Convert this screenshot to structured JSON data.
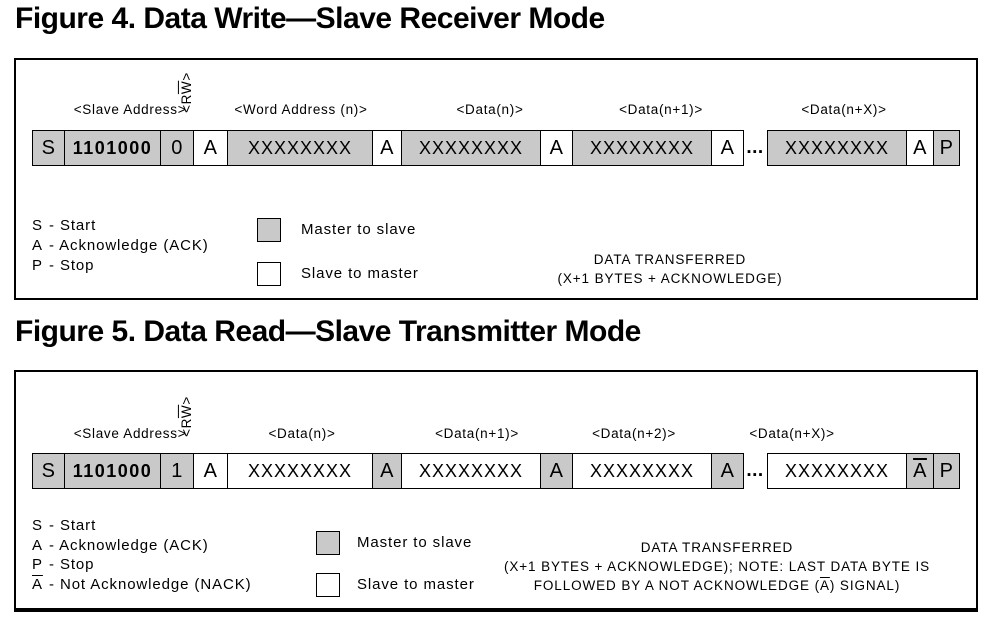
{
  "colors": {
    "master_fill": "#c9c9c9",
    "slave_fill": "#ffffff",
    "border": "#000000"
  },
  "figure4": {
    "title": "Figure 4. Data Write—Slave Receiver Mode",
    "labels": {
      "slave": "<Slave Address>",
      "word": "<Word Address (n)>",
      "data_n": "<Data(n)>",
      "data_n1": "<Data(n+1)>",
      "data_nx": "<Data(n+X)>"
    },
    "rw": {
      "pre": "<R",
      "w": "W",
      "post": ">"
    },
    "cells": [
      {
        "text": "S",
        "fill": "gray"
      },
      {
        "text": "1101000",
        "fill": "gray",
        "bold": true
      },
      {
        "text": "0",
        "fill": "gray"
      },
      {
        "text": "A",
        "fill": "white"
      },
      {
        "text": "XXXXXXXX",
        "fill": "gray"
      },
      {
        "text": "A",
        "fill": "white"
      },
      {
        "text": "XXXXXXXX",
        "fill": "gray"
      },
      {
        "text": "A",
        "fill": "white"
      },
      {
        "text": "XXXXXXXX",
        "fill": "gray"
      },
      {
        "text": "A",
        "fill": "white"
      },
      {
        "text": "...",
        "fill": "none"
      },
      {
        "text": "XXXXXXXX",
        "fill": "gray"
      },
      {
        "text": "A",
        "fill": "white"
      },
      {
        "text": "P",
        "fill": "gray"
      }
    ],
    "legend": [
      {
        "sym": "S",
        "text": "- Start"
      },
      {
        "sym": "A",
        "text": "- Acknowledge (ACK)"
      },
      {
        "sym": "P",
        "text": "- Stop"
      }
    ],
    "key": [
      {
        "label": "Master to slave"
      },
      {
        "label": "Slave to master"
      }
    ],
    "note": {
      "line1": "DATA TRANSFERRED",
      "line2": "(X+1 BYTES + ACKNOWLEDGE)"
    }
  },
  "figure5": {
    "title": "Figure 5. Data Read—Slave Transmitter Mode",
    "labels": {
      "slave": "<Slave Address>",
      "data_n": "<Data(n)>",
      "data_n1": "<Data(n+1)>",
      "data_n2": "<Data(n+2)>",
      "data_nx": "<Data(n+X)>"
    },
    "rw": {
      "pre": "<R",
      "w": "W",
      "post": ">"
    },
    "cells": [
      {
        "text": "S",
        "fill": "gray"
      },
      {
        "text": "1101000",
        "fill": "gray",
        "bold": true
      },
      {
        "text": "1",
        "fill": "gray"
      },
      {
        "text": "A",
        "fill": "white"
      },
      {
        "text": "XXXXXXXX",
        "fill": "white"
      },
      {
        "text": "A",
        "fill": "gray"
      },
      {
        "text": "XXXXXXXX",
        "fill": "white"
      },
      {
        "text": "A",
        "fill": "gray"
      },
      {
        "text": "XXXXXXXX",
        "fill": "white"
      },
      {
        "text": "A",
        "fill": "gray"
      },
      {
        "text": "...",
        "fill": "none"
      },
      {
        "text": "XXXXXXXX",
        "fill": "white"
      },
      {
        "text": "A",
        "fill": "gray",
        "overline": true
      },
      {
        "text": "P",
        "fill": "gray"
      }
    ],
    "legend": [
      {
        "sym": "S",
        "text": "- Start"
      },
      {
        "sym": "A",
        "text": "- Acknowledge (ACK)"
      },
      {
        "sym": "P",
        "text": "- Stop"
      },
      {
        "sym": "A",
        "overline": true,
        "text": "- Not Acknowledge (NACK)"
      }
    ],
    "key": [
      {
        "label": "Master to slave"
      },
      {
        "label": "Slave to master"
      }
    ],
    "note": {
      "line1": "DATA TRANSFERRED",
      "line2": "(X+1 BYTES + ACKNOWLEDGE); NOTE: LAST DATA BYTE IS",
      "line3_pre": "FOLLOWED BY A NOT ACKNOWLEDGE (",
      "line3_a": "A",
      "line3_post": ") SIGNAL)"
    }
  }
}
